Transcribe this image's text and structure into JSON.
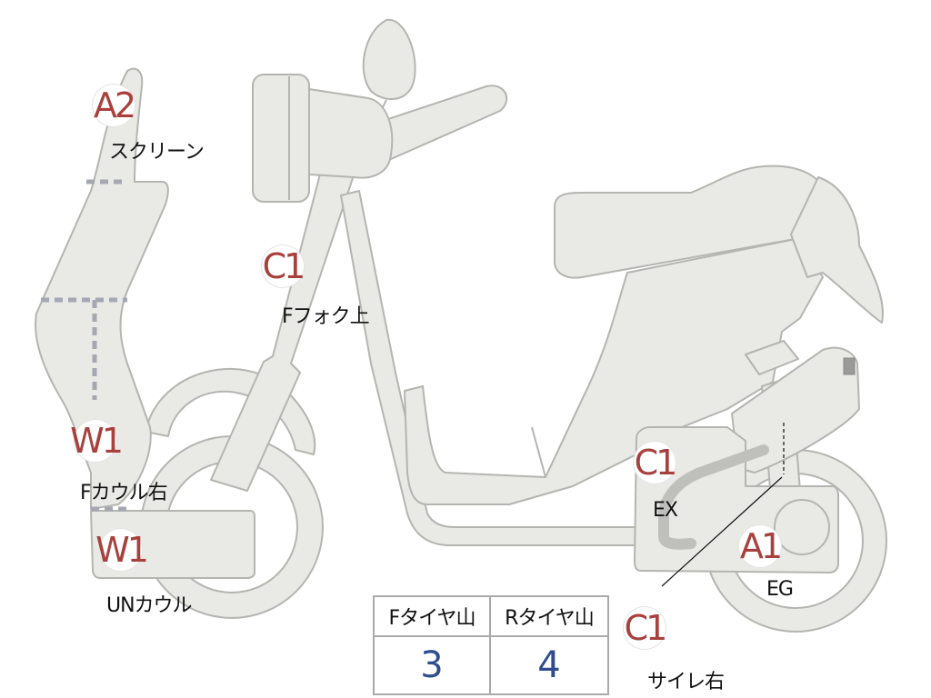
{
  "markers": {
    "screen": {
      "code": "A2",
      "label": "スクリーン"
    },
    "fork_upper": {
      "code": "C1",
      "label": "Fフォク上"
    },
    "front_cowl": {
      "code": "W1",
      "label": "Fカウル右"
    },
    "under_cowl": {
      "code": "W1",
      "label": "UNカウル"
    },
    "exhaust": {
      "code": "C1",
      "label": "EX"
    },
    "engine": {
      "code": "A1",
      "label": "EG"
    },
    "muffler": {
      "code": "C1",
      "label": "サイレ右"
    }
  },
  "tread_table": {
    "headers": [
      "Fタイヤ山",
      "Rタイヤ山"
    ],
    "values": [
      "3",
      "4"
    ]
  },
  "colors": {
    "marker_text": "#a8413d",
    "value_text": "#2f4d8e",
    "part_fill": "#e9e9e6",
    "dotted_line": "#a5a7b3"
  }
}
